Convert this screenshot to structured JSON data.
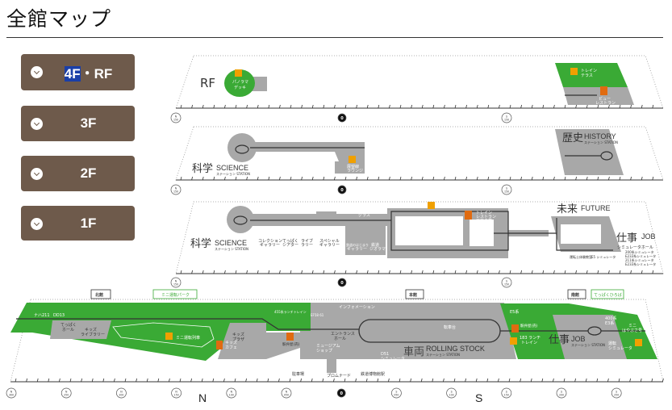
{
  "page_title": "全館マップ",
  "floor_buttons": [
    {
      "label_highlight": "4F",
      "label_rest": "・RF"
    },
    {
      "label": "3F"
    },
    {
      "label": "2F"
    },
    {
      "label": "1F"
    }
  ],
  "colors": {
    "button": "#6e5a4b",
    "green": "#3aaa35",
    "gray": "#a8a8a8",
    "orange": "#f0a000",
    "restaurant": "#e06b10"
  },
  "markers_upper": [
    "N 150",
    "0",
    "S 150"
  ],
  "markers_1f": [
    "N 300",
    "N 250",
    "N 200",
    "N 150",
    "N 100",
    "N 050",
    "0",
    "S 050",
    "S 100",
    "S 150",
    "S 200",
    "S 250"
  ],
  "direction_n": "N",
  "direction_s": "S",
  "rf": {
    "floor_label": "RF",
    "panorama": [
      "パノラマ",
      "デッキ"
    ],
    "train_terrace": [
      "トレイン",
      "テラス"
    ],
    "view_restaurant": [
      "ビュー",
      "レストラン"
    ]
  },
  "f3": {
    "science": "科学",
    "science_en": "SCIENCE",
    "science_sub": "ステーション STATION",
    "lounge": [
      "展望線",
      "ラウンジ"
    ],
    "history": "歴史",
    "history_en": "HISTORY",
    "history_sub": "ステーション STATION"
  },
  "f2": {
    "science": "科学",
    "science_en": "SCIENCE",
    "science_sub": "ステーション STATION",
    "galleries": [
      [
        "コレクション",
        "ギャラリー"
      ],
      [
        "てっぱく",
        "シアター"
      ],
      [
        "ライブ",
        "ラリー"
      ],
      [
        "スペシャル",
        "ギャラリー"
      ],
      [
        "鉄道のはじまり",
        "ギャラリー"
      ],
      [
        "鉄道",
        "ジオラマ"
      ]
    ],
    "stand_glass": [
      "スタンド",
      "グラス"
    ],
    "restaurant": [
      "トレイン",
      "レストラン",
      "日本食堂"
    ],
    "future": "未来",
    "future_en": "FUTURE",
    "job": "仕事",
    "job_en": "JOB",
    "sim_hall": "シミュレータホール",
    "sim_list": [
      "200系シミュレータ",
      "E233系シミュレータ",
      "211系シミュレータ",
      "E233系シミュレータ"
    ],
    "driver_room": "運転士体験教室",
    "e5_sim": "E5 シミュレータ"
  },
  "f1": {
    "signs": {
      "north": "北館",
      "mini_park": "ミニ運転パーク",
      "main": "本館",
      "south": "南館",
      "plaza": "てっぱくひろば"
    },
    "vehicles": [
      "ナハ211",
      "DD13",
      "EF58 61",
      "455系ランチトレイン"
    ],
    "teppaku_hall": [
      "てっぱく",
      "ホール"
    ],
    "kids_library": [
      "キッズ",
      "ライブラリー"
    ],
    "mini_train": "ミニ運転列車",
    "kids_cafe": [
      "キッズ",
      "カフェ"
    ],
    "kids_plaza": [
      "キッズ",
      "プラザ"
    ],
    "ekiben": "駅弁屋(売)",
    "museum_shop": [
      "ミュージアム",
      "ショップ"
    ],
    "information": "インフォメーション",
    "entrance": [
      "エントランス",
      "ホール"
    ],
    "promenade": "プロムナード",
    "to_parking": "駐車場",
    "to_omiya": "鉄道博物館駅",
    "d51": [
      "D51",
      "シミュレータ"
    ],
    "rolling": "車両",
    "rolling_en": "ROLLING STOCK",
    "rolling_sub": "ステーション STATION",
    "turntable": "転車台",
    "e5": "E5系",
    "ekiben2": "駅弁屋(売)",
    "lunch183": [
      "183 ランチ",
      "トレイン"
    ],
    "job": "仕事",
    "job_en": "JOB",
    "job_sub": "ステーション STATION",
    "series400": [
      "400系",
      "E3系"
    ],
    "sim_room": [
      "運転",
      "シミュレータ"
    ],
    "mini_train2": [
      "ミニ",
      "はやぶさ号"
    ]
  }
}
